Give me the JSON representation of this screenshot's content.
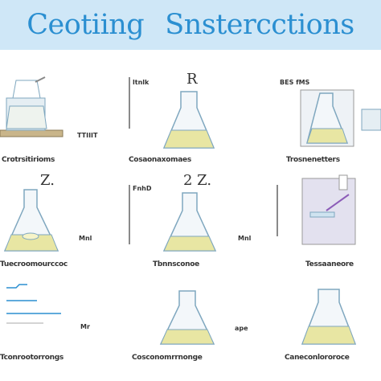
{
  "banner": {
    "word1": "Ceotiing",
    "word2": "Snstercctions",
    "bg": "#cfe7f7",
    "text_color": "#2b8fd1"
  },
  "rows": [
    {
      "cells": [
        {
          "caption": "Crotrsitirioms",
          "mark": "",
          "side": "TTIIIT"
        },
        {
          "caption": "Cosaonaxomaes",
          "mark": "R",
          "side": "ltnlk"
        },
        {
          "caption": "Trosnenetters",
          "mark": "",
          "side": "BES fMS"
        }
      ]
    },
    {
      "cells": [
        {
          "caption": "Tuecroomourccoc",
          "mark": "Z.",
          "side": "Mnl"
        },
        {
          "caption": "Tbnnsconoe",
          "mark": "2 Z.",
          "side": "FnhD"
        },
        {
          "caption": "Tessaaneore",
          "mark": "",
          "side": "Mnl"
        }
      ]
    },
    {
      "cells": [
        {
          "caption": "Tconrootorrongs",
          "mark": "",
          "side": "Mr"
        },
        {
          "caption": "Cosconomrrnonge",
          "mark": "",
          "side": "ape"
        },
        {
          "caption": "Caneconlororoce",
          "mark": "",
          "side": ""
        }
      ]
    }
  ],
  "colors": {
    "liquid": "#e8e6a3",
    "flask_edge": "#7fa7bf",
    "glass": "#e5eef3",
    "line": "#8a8a8a"
  }
}
